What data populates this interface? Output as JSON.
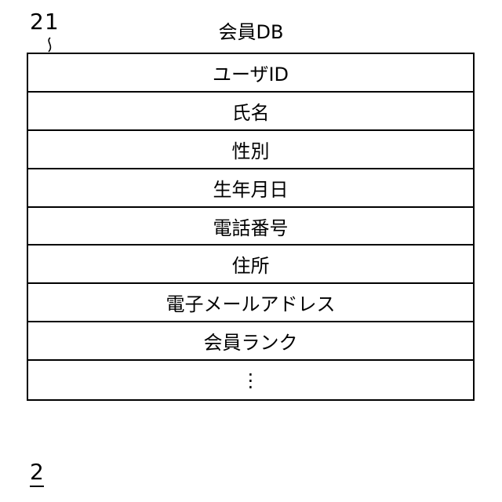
{
  "reference_number": "21",
  "table": {
    "title": "会員DB",
    "rows": [
      "ユーザID",
      "氏名",
      "性別",
      "生年月日",
      "電話番号",
      "住所",
      "電子メールアドレス",
      "会員ランク",
      "⋮"
    ]
  },
  "figure_number": "2"
}
